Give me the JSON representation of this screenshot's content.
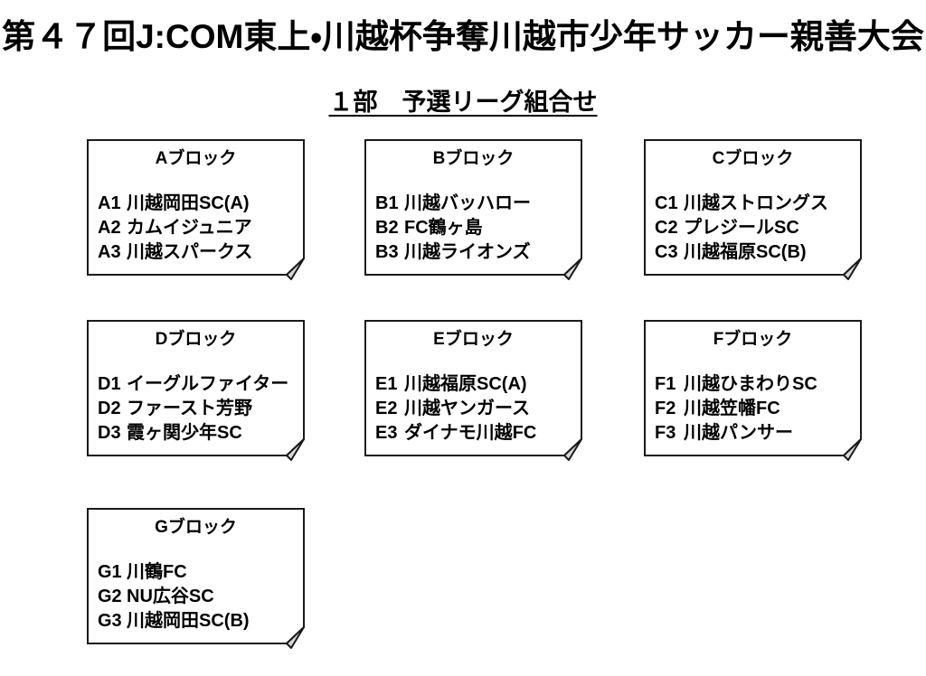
{
  "page": {
    "title": "第４７回J:COM東上・川越杯争奪川越市少年サッカー親善大会",
    "subtitle": "１部　予選リーグ組合せ"
  },
  "colors": {
    "line": "#1a1a1a",
    "fold_fill": "#d9d9d9",
    "background": "#ffffff"
  },
  "blocks": [
    {
      "header": "Aブロック",
      "teams": [
        {
          "id": "A1",
          "name": "川越岡田SC(A)"
        },
        {
          "id": "A2",
          "name": "カムイジュニア"
        },
        {
          "id": "A3",
          "name": "川越スパークス"
        }
      ]
    },
    {
      "header": "Bブロック",
      "teams": [
        {
          "id": "B1",
          "name": "川越バッハロー"
        },
        {
          "id": "B2",
          "name": "FC鶴ヶ島"
        },
        {
          "id": "B3",
          "name": "川越ライオンズ"
        }
      ]
    },
    {
      "header": "Cブロック",
      "teams": [
        {
          "id": "C1",
          "name": "川越ストロングス"
        },
        {
          "id": "C2",
          "name": "プレジールSC"
        },
        {
          "id": "C3",
          "name": "川越福原SC(B)"
        }
      ]
    },
    {
      "header": "Dブロック",
      "teams": [
        {
          "id": "D1",
          "name": "イーグルファイター"
        },
        {
          "id": "D2",
          "name": "ファースト芳野"
        },
        {
          "id": "D3",
          "name": "霞ヶ関少年SC"
        }
      ]
    },
    {
      "header": "Eブロック",
      "teams": [
        {
          "id": "E1",
          "name": "川越福原SC(A)"
        },
        {
          "id": "E2",
          "name": "川越ヤンガース"
        },
        {
          "id": "E3",
          "name": "ダイナモ川越FC"
        }
      ]
    },
    {
      "header": "Fブロック",
      "teams": [
        {
          "id": "F1",
          "name": "川越ひまわりSC"
        },
        {
          "id": "F2",
          "name": "川越笠幡FC"
        },
        {
          "id": "F3",
          "name": "川越パンサー"
        }
      ]
    },
    {
      "header": "Gブロック",
      "teams": [
        {
          "id": "G1",
          "name": "川鶴FC"
        },
        {
          "id": "G2",
          "name": "NU広谷SC"
        },
        {
          "id": "G3",
          "name": "川越岡田SC(B)"
        }
      ]
    }
  ]
}
